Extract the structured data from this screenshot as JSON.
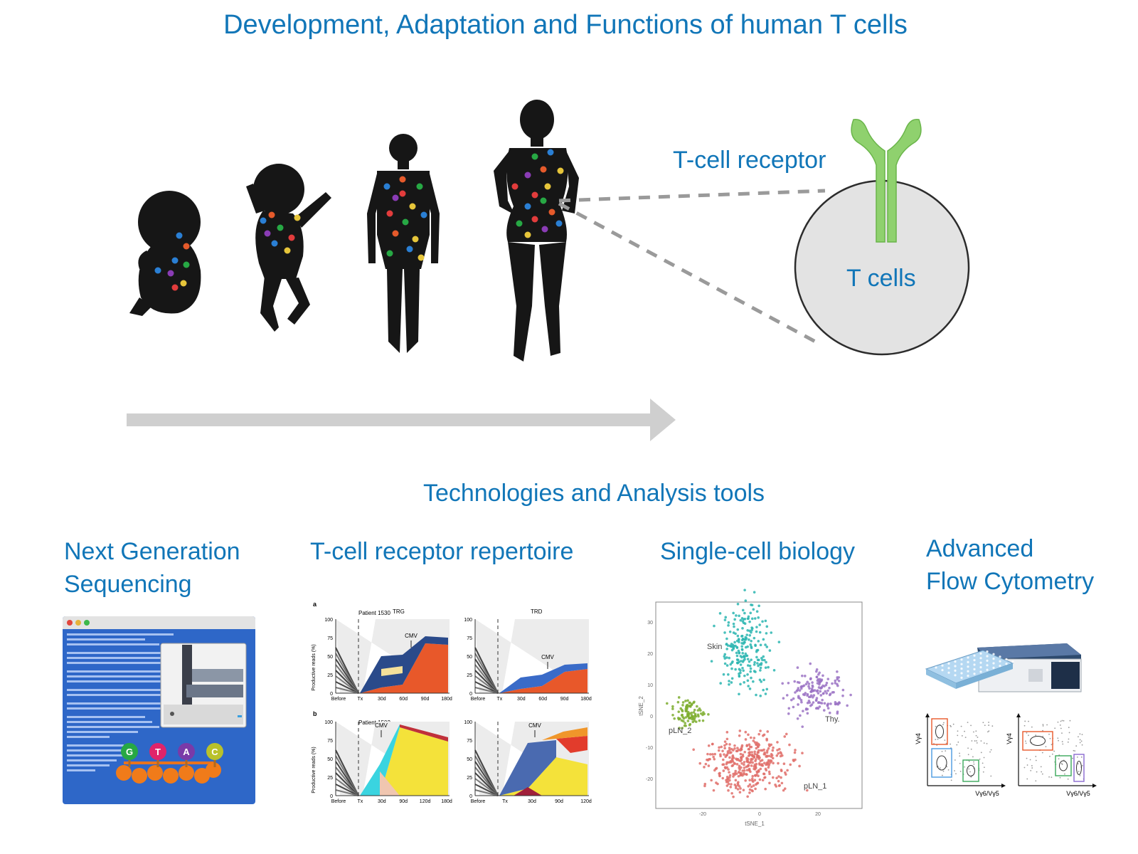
{
  "title": "Development, Adaptation and Functions of human T cells",
  "section_title": "Technologies and Analysis tools",
  "diagram": {
    "receptor_label": "T-cell receptor",
    "cell_label": "T cells"
  },
  "tools": [
    {
      "label_line1": "Next Generation",
      "label_line2": "Sequencing"
    },
    {
      "label_line1": "T-cell receptor repertoire"
    },
    {
      "label_line1": "Single-cell biology"
    },
    {
      "label_line1": "Advanced",
      "label_line2": "Flow Cytometry"
    }
  ],
  "sequencing": {
    "bases": [
      "G",
      "T",
      "A",
      "C"
    ],
    "base_colors": [
      "#27a844",
      "#e0246a",
      "#7a3aa8",
      "#b9c12a"
    ]
  },
  "repertoire": {
    "panel_a": "a",
    "panel_b": "b",
    "patient_a": "Patient 1530",
    "patient_b": "Patient 1502",
    "trg": "TRG",
    "trd": "TRD",
    "cmv": "CMV",
    "ylabel": "Productive reads (%)",
    "yticks": [
      "100",
      "75",
      "50",
      "25",
      "0"
    ],
    "xticks_a": [
      "Before",
      "Tx",
      "30d",
      "60d",
      "90d",
      "180d"
    ],
    "xticks_b_left": [
      "Before",
      "Tx",
      "30d",
      "90d",
      "120d",
      "180d"
    ],
    "xticks_b_right": [
      "Before",
      "Tx",
      "30d",
      "90d",
      "120d"
    ]
  },
  "tsne": {
    "xlabel": "tSNE_1",
    "ylabel": "tSNE_2",
    "xticks": [
      "-20",
      "0",
      "20"
    ],
    "yticks": [
      "30",
      "20",
      "10",
      "0",
      "-10",
      "-20"
    ],
    "clusters": {
      "skin": "Skin",
      "pln2": "pLN_2",
      "thy": "Thy.",
      "pln1": "pLN_1"
    },
    "cluster_colors": {
      "skin": "#2ab5b0",
      "pln2": "#7cad2e",
      "thy": "#9b73c4",
      "pln1": "#e06e6a"
    }
  },
  "flow": {
    "ylabel": "Vγ4",
    "xlabel": "Vγ6/Vγ5"
  },
  "colors": {
    "accent": "#1176b8",
    "receptor": "#8fd16e",
    "arrow": "#cfcfcf"
  }
}
